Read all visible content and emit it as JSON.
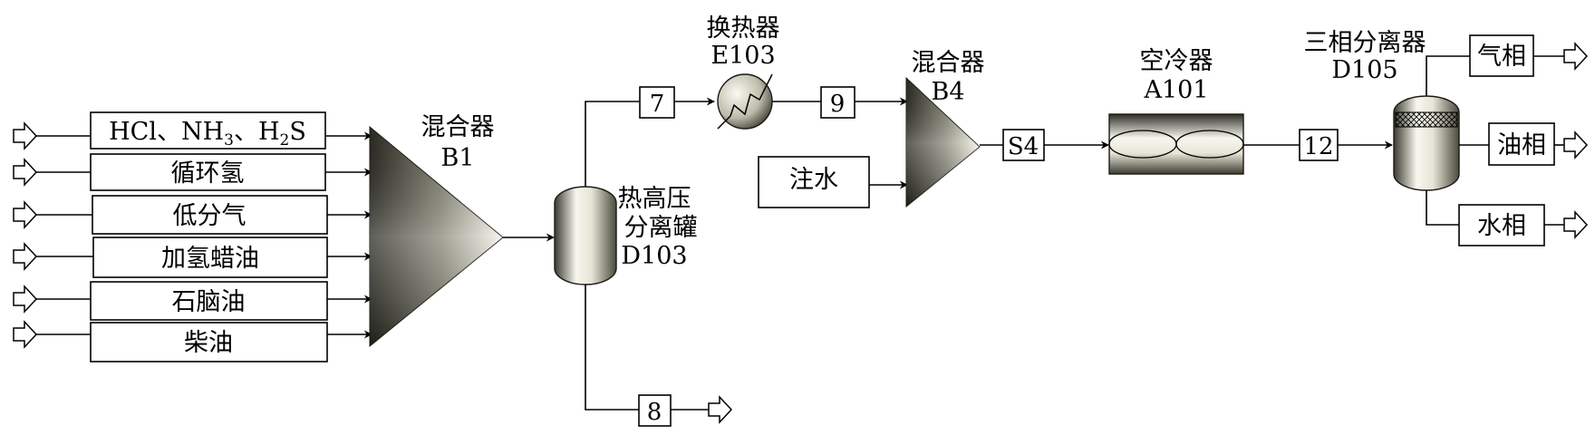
{
  "feeds": [
    {
      "label": "HCl、NH3、H2S",
      "parts": [
        {
          "t": "HCl、NH",
          "sub": false
        },
        {
          "t": "3",
          "sub": true
        },
        {
          "t": "、H",
          "sub": false
        },
        {
          "t": "2",
          "sub": true
        },
        {
          "t": "S",
          "sub": false
        }
      ]
    },
    {
      "label": "循环氢"
    },
    {
      "label": "低分气"
    },
    {
      "label": "加氢蜡油"
    },
    {
      "label": "石脑油"
    },
    {
      "label": "柴油"
    }
  ],
  "units": {
    "mixer_b1": {
      "line1": "混合器",
      "line2": "B1"
    },
    "separator_d103": {
      "line1": "热高压",
      "line2": "分离罐",
      "line3": "D103"
    },
    "exchanger_e103": {
      "line1": "换热器",
      "line2": "E103"
    },
    "mixer_b4": {
      "line1": "混合器",
      "line2": "B4"
    },
    "air_cooler_a101": {
      "line1": "空冷器",
      "line2": "A101"
    },
    "separator_d105": {
      "line1": "三相分离器",
      "line2": "D105"
    }
  },
  "streams": {
    "s7": "7",
    "s8": "8",
    "s9": "9",
    "water": "注水",
    "s4": "S4",
    "s12": "12",
    "gas": "气相",
    "oil": "油相",
    "aqueous": "水相"
  },
  "colors": {
    "equipment_light": "#f4f2e8",
    "equipment_dark": "#2a2a22",
    "line": "#000000"
  }
}
